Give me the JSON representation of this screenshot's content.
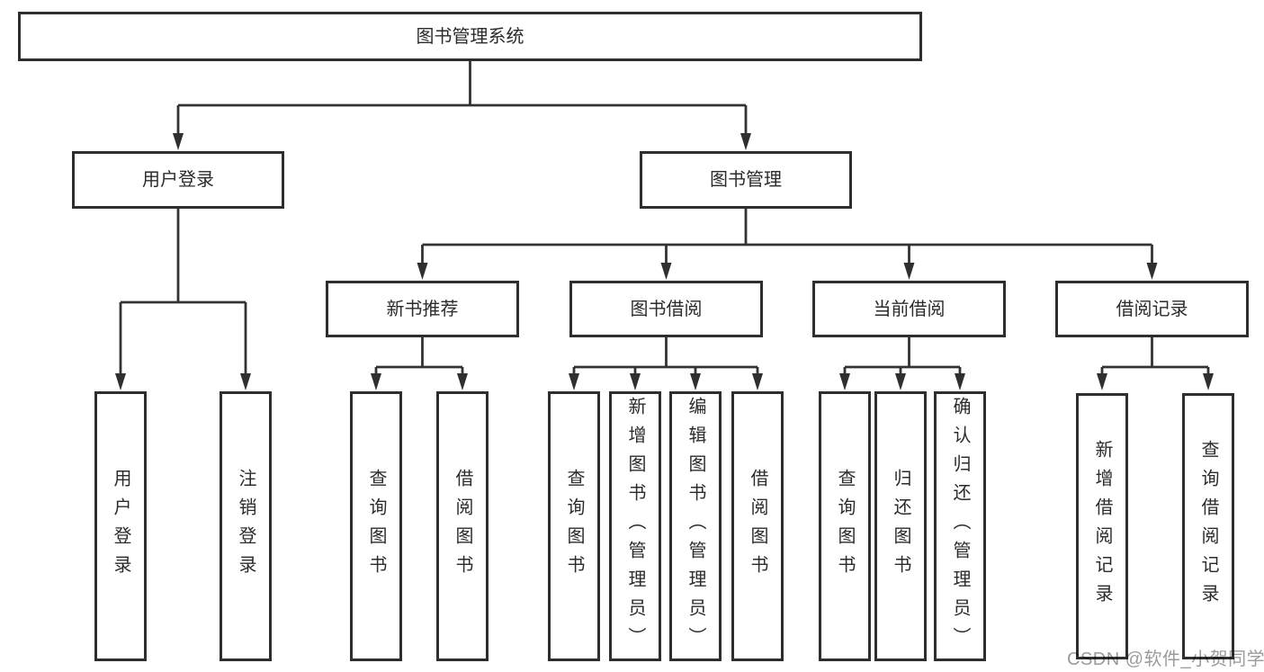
{
  "diagram": {
    "root": {
      "label": "图书管理系统"
    },
    "level2": [
      {
        "label": "用户登录"
      },
      {
        "label": "图书管理"
      }
    ],
    "level3": [
      {
        "label": "新书推荐",
        "parent": "图书管理"
      },
      {
        "label": "图书借阅",
        "parent": "图书管理"
      },
      {
        "label": "当前借阅",
        "parent": "图书管理"
      },
      {
        "label": "借阅记录",
        "parent": "图书管理"
      }
    ],
    "leaves": [
      {
        "label": "用户登录",
        "parent": "用户登录"
      },
      {
        "label": "注销登录",
        "parent": "用户登录"
      },
      {
        "label": "查询图书",
        "parent": "新书推荐"
      },
      {
        "label": "借阅图书",
        "parent": "新书推荐"
      },
      {
        "label": "查询图书",
        "parent": "图书借阅"
      },
      {
        "label": "新增图书（管理员）",
        "parent": "图书借阅"
      },
      {
        "label": "编辑图书（管理员）",
        "parent": "图书借阅"
      },
      {
        "label": "借阅图书",
        "parent": "图书借阅"
      },
      {
        "label": "查询图书",
        "parent": "当前借阅"
      },
      {
        "label": "归还图书",
        "parent": "当前借阅"
      },
      {
        "label": "确认归还（管理员）",
        "parent": "当前借阅"
      },
      {
        "label": "新增借阅记录",
        "parent": "借阅记录"
      },
      {
        "label": "查询借阅记录",
        "parent": "借阅记录"
      }
    ],
    "colors": {
      "line": "#333333",
      "border": "#2e2e2e",
      "text": "#2b2b2b",
      "background": "#ffffff"
    }
  },
  "watermark": {
    "text": "CSDN @软件_小贺同学",
    "color": "#9b9b9b"
  }
}
